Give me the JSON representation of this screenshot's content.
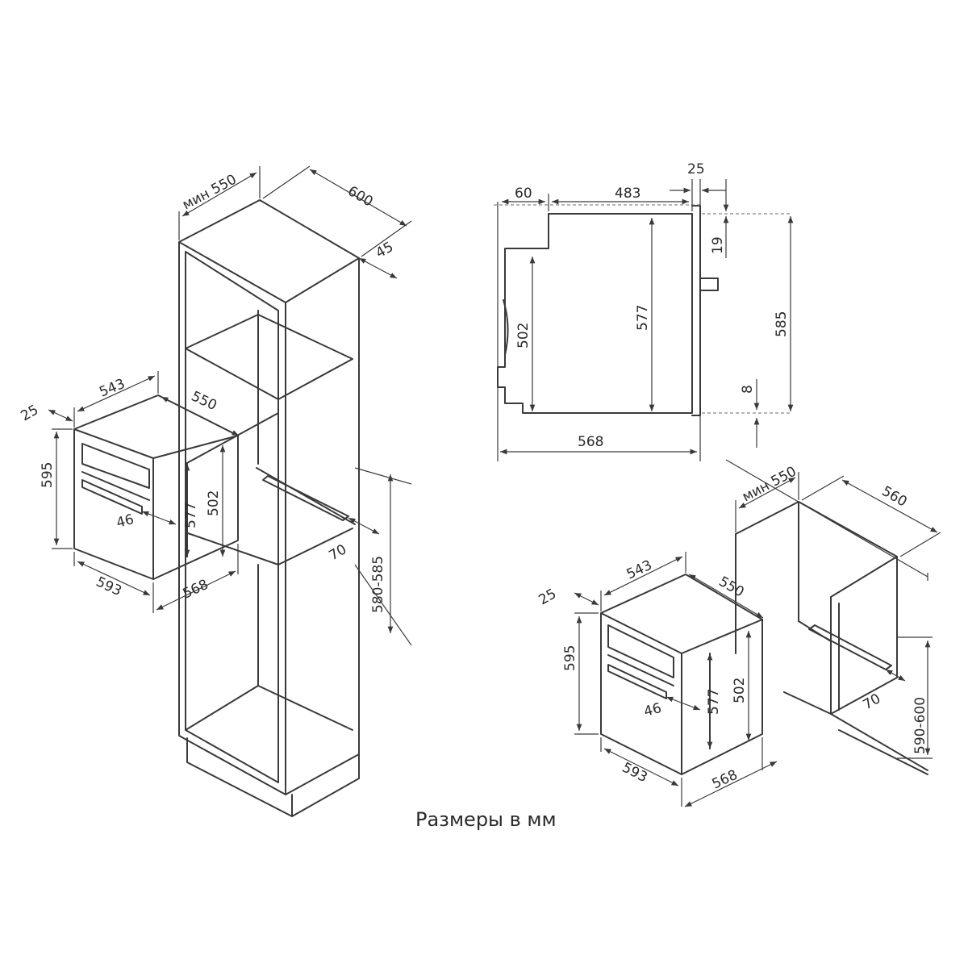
{
  "caption": "Размеры в мм",
  "tall_cabinet": {
    "depth_min": "мин 550",
    "width": "600",
    "top_gap": "45",
    "opening_height": "580-585",
    "vent_depth": "70"
  },
  "oven_tall": {
    "frame_depth": "25",
    "top_width": "543",
    "body_depth": "550",
    "front_height": "595",
    "inner_height": "502",
    "body_height": "577",
    "handle_depth": "46",
    "front_width": "593",
    "body_width": "568"
  },
  "side_view": {
    "frame_depth": "25",
    "back_offset": "60",
    "depth": "483",
    "top_gap": "19",
    "body_height": "577",
    "inner_height": "502",
    "overall_height": "585",
    "bottom_gap": "8",
    "overall_depth": "568"
  },
  "under_counter": {
    "depth_min": "мин 550",
    "width": "560",
    "opening_height": "590-600",
    "vent_depth": "70"
  },
  "oven_counter": {
    "frame_depth": "25",
    "top_width": "543",
    "body_depth": "550",
    "front_height": "595",
    "inner_height": "502",
    "body_height": "577",
    "handle_depth": "46",
    "front_width": "593",
    "body_width": "568"
  }
}
